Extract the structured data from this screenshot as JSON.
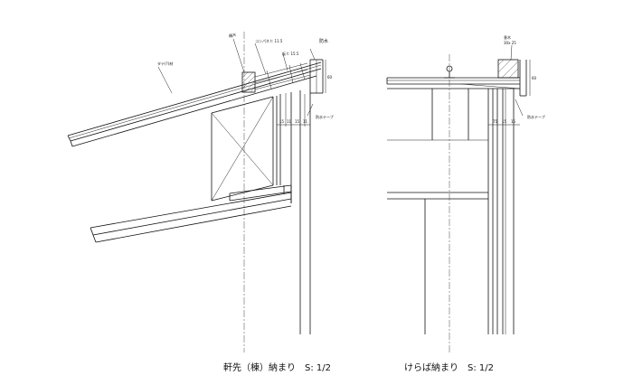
{
  "left_detail": {
    "caption": "軒先（棟）納まり　S: 1/2",
    "labels": {
      "fascia": "タテ(?)材",
      "ridge_member": "棟芦",
      "plywood": "コンパネ t: 11.5",
      "board": "板 t: 15.5",
      "waterproof": "防水",
      "tape": "防水テープ",
      "dim_a": "15",
      "dim_b": "11",
      "dim_c": "15",
      "dim_d": "11",
      "side_dim": "60"
    }
  },
  "right_detail": {
    "caption": "けらば納まり　S: 1/2",
    "labels": {
      "material": "垂木",
      "material_size": "30x 25",
      "tape": "防水テープ",
      "dim_a": "75",
      "dim_b": "15",
      "dim_c": "15",
      "side_dim": "60"
    }
  }
}
